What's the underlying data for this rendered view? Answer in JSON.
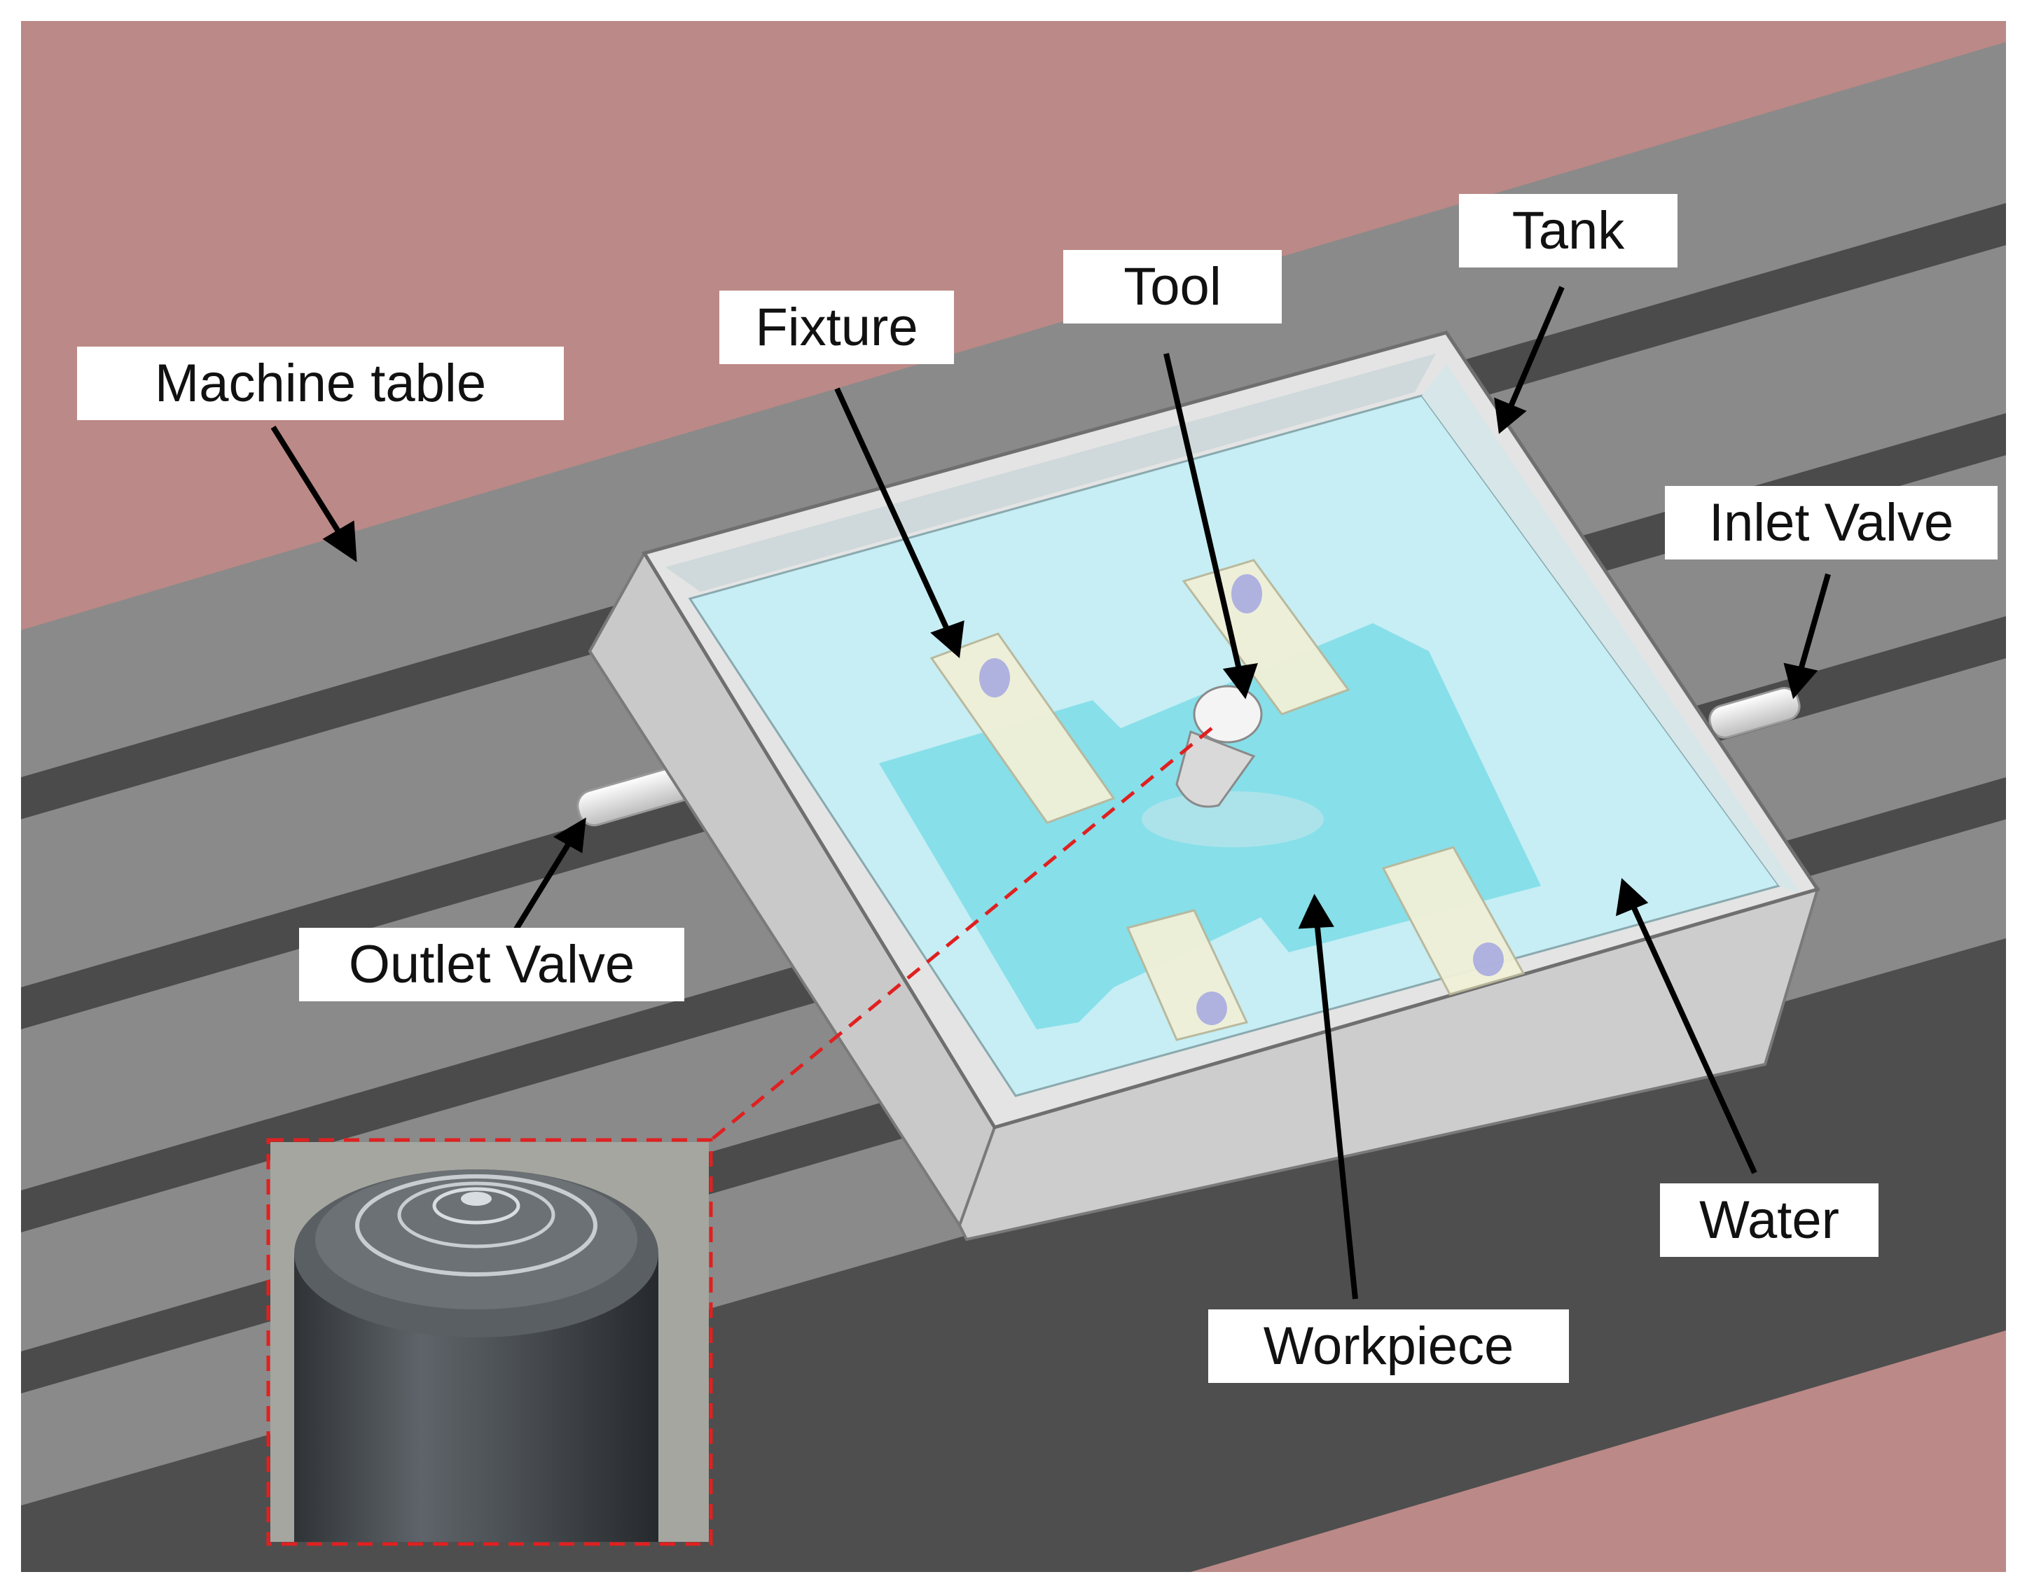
{
  "labels": {
    "machine_table": "Machine table",
    "fixture": "Fixture",
    "tool": "Tool",
    "tank": "Tank",
    "inlet_valve": "Inlet Valve",
    "outlet_valve": "Outlet Valve",
    "water": "Water",
    "workpiece": "Workpiece"
  },
  "colors": {
    "background_pink": "#bb8987",
    "table_gray": "#8a8a8a",
    "slot_dark": "#4b4b4b",
    "tank_wall": "#d9d9d9",
    "water": "#c6eef4",
    "workpiece": "#7fdde8",
    "callout_line": "#e02020"
  }
}
